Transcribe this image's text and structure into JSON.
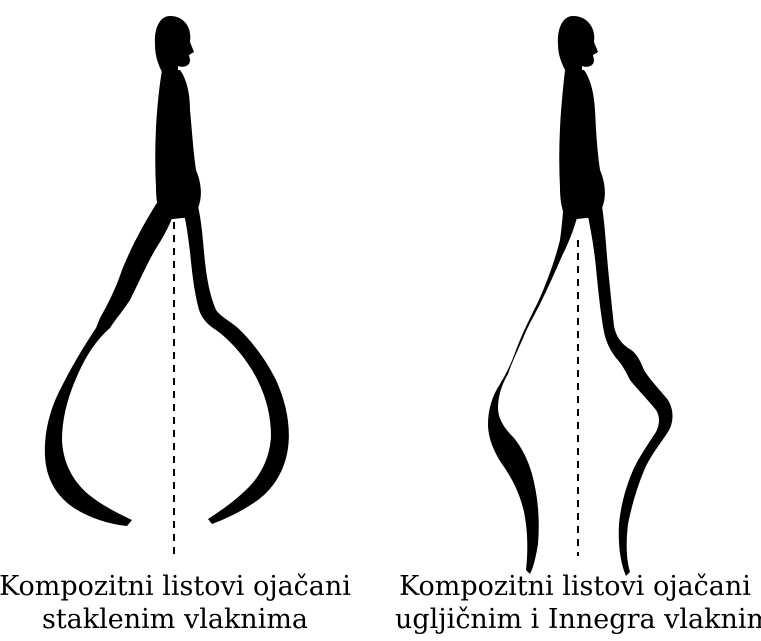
{
  "colors": {
    "silhouette": "#000000",
    "axis_line": "#000000",
    "background": "#ffffff"
  },
  "captions": [
    {
      "line1": "Kompozitni listovi ojačani",
      "line2": "staklenim vlaknima"
    },
    {
      "line1": "Kompozitni listovi ojačani",
      "line2": "ugljičnim i Innegra vlaknima"
    }
  ]
}
